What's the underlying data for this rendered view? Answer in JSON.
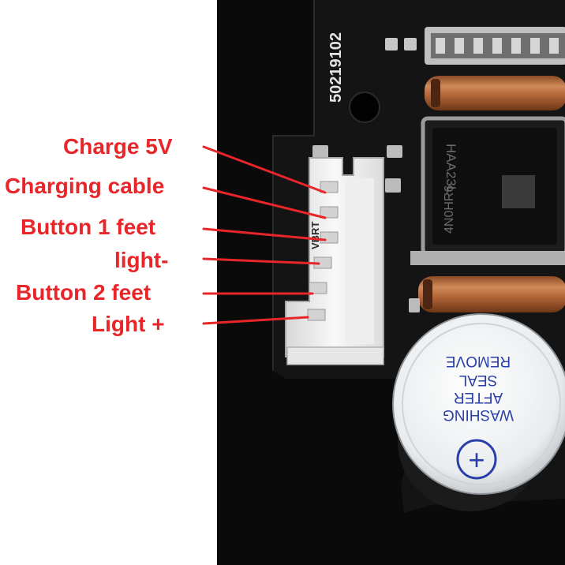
{
  "pcb": {
    "serial": "50219102",
    "connector_marking": "VBRT"
  },
  "buzzer": {
    "sticker_lines": [
      "REMOVE",
      "SEAL",
      "AFTER",
      "WASHING"
    ],
    "polarity_symbol": "+"
  },
  "ic": {
    "markings": [
      "HAA23L",
      "4N0HR6"
    ]
  },
  "labels": [
    {
      "id": "charge-5v",
      "text": "Charge 5V"
    },
    {
      "id": "charging-cable",
      "text": "Charging cable"
    },
    {
      "id": "button-1-feet",
      "text": "Button 1 feet"
    },
    {
      "id": "light-minus",
      "text": "light-"
    },
    {
      "id": "button-2-feet",
      "text": "Button 2 feet"
    },
    {
      "id": "light-plus",
      "text": "Light +"
    }
  ],
  "colors": {
    "label": "#e8262a",
    "pcb": "#141414",
    "connector": "#f2f2f2",
    "sticker_text": "#2a3fa8",
    "copper": "#b5683a"
  }
}
